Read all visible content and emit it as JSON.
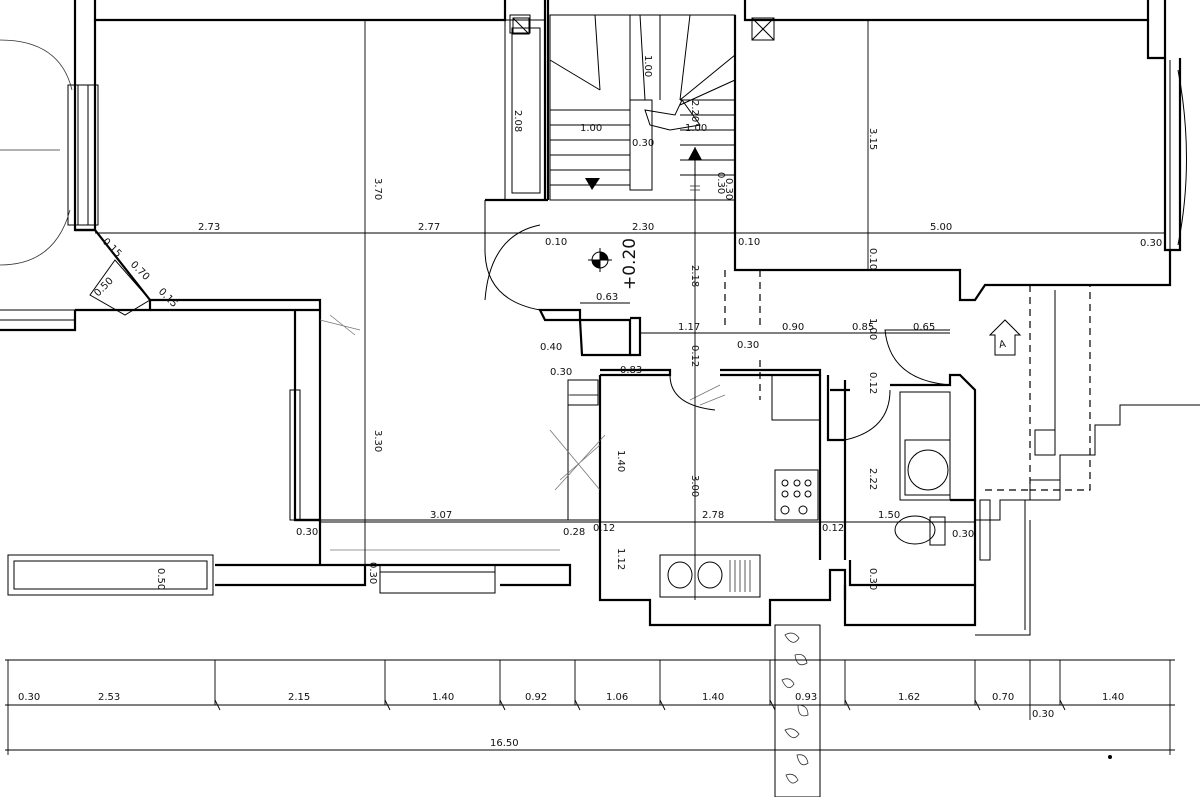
{
  "plan": {
    "elevation_mark": "+0.20",
    "entrance_marker": "A",
    "horizontal_dims_row1": [
      "2.73",
      "2.77",
      "0.10",
      "2.30",
      "0.10",
      "5.00",
      "0.30"
    ],
    "horizontal_dims_mid": [
      "0.63",
      "1.17",
      "0.90",
      "0.85",
      "0.65",
      "0.30"
    ],
    "horizontal_dims_row3": [
      "3.07",
      "2.78",
      "1.50"
    ],
    "vertical_dims": [
      "3.70",
      "3.30",
      "2.08",
      "1.00",
      "2.20",
      "3.15",
      "2.18",
      "3.00",
      "1.40",
      "2.22",
      "1.12",
      "0.10",
      "1.00",
      "0.12",
      "0.12",
      "0.50",
      "0.30",
      "0.30",
      "0.30"
    ],
    "stair_dims": [
      "1.00",
      "1.00",
      "0.30",
      "0.30"
    ],
    "small_dims": [
      "0.40",
      "0.30",
      "0.83",
      "0.30",
      "0.28",
      "0.12",
      "0.12",
      "0.30",
      "0.30"
    ],
    "bay_window_dims": [
      "0.15",
      "0.70",
      "0.15",
      "0.50"
    ],
    "bottom_chain": [
      "0.30",
      "2.53",
      "2.15",
      "1.40",
      "0.92",
      "1.06",
      "1.40",
      "0.93",
      "1.62",
      "0.70",
      "1.40"
    ],
    "bottom_extra": "0.30",
    "overall_width": "16.50"
  }
}
